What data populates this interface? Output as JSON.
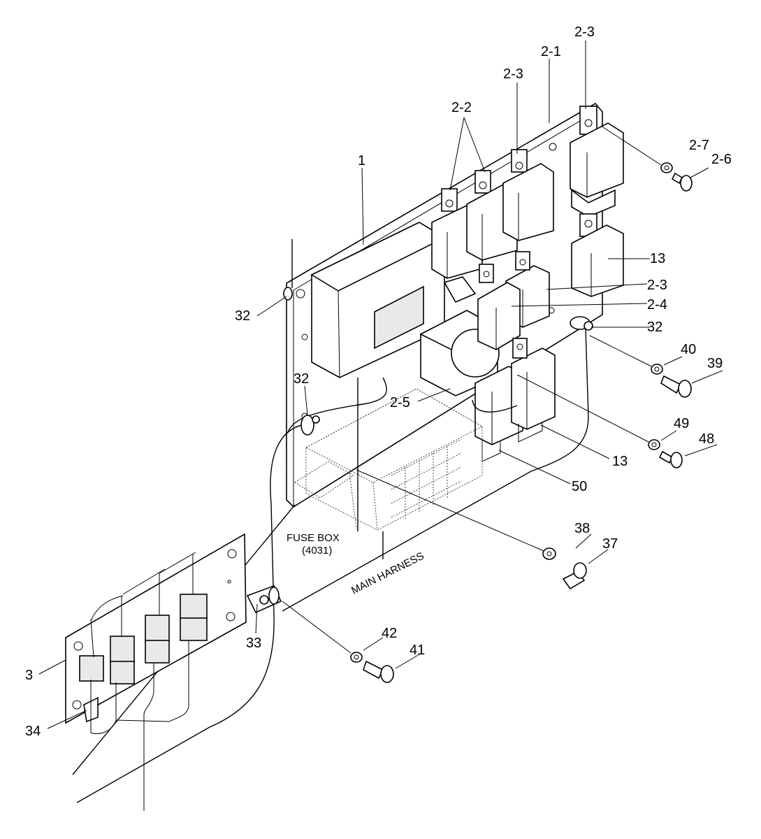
{
  "callouts": {
    "c_2_3_top": "2-3",
    "c_2_1": "2-1",
    "c_2_3_mid": "2-3",
    "c_2_2": "2-2",
    "c_1": "1",
    "c_2_7": "2-7",
    "c_2_6": "2-6",
    "c_13_top": "13",
    "c_2_3_right": "2-3",
    "c_2_4": "2-4",
    "c_32_left": "32",
    "c_32_right": "32",
    "c_40": "40",
    "c_39": "39",
    "c_32_mid": "32",
    "c_2_5": "2-5",
    "c_49": "49",
    "c_48": "48",
    "c_13_bottom": "13",
    "c_50": "50",
    "c_38": "38",
    "c_37": "37",
    "c_33": "33",
    "c_42": "42",
    "c_41": "41",
    "c_3": "3",
    "c_34": "34"
  },
  "captions": {
    "fuse_box_line1": "FUSE BOX",
    "fuse_box_line2": "(4031)",
    "main_harness": "MAIN HARNESS"
  }
}
